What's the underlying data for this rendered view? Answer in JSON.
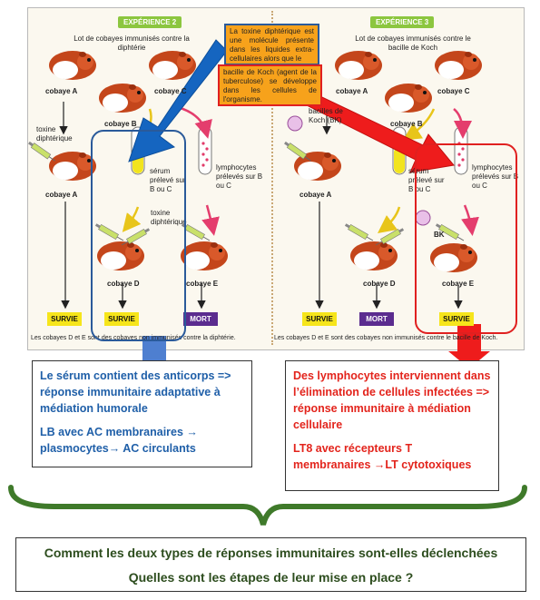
{
  "figure": {
    "left_panel": {
      "badge": "EXPÉRIENCE 2",
      "group_label": "Lot de cobayes immunisés contre la diphtérie",
      "cobaye_a": "cobaye A",
      "cobaye_b": "cobaye B",
      "cobaye_c": "cobaye C",
      "cobaye_a2": "cobaye A",
      "cobaye_d": "cobaye D",
      "cobaye_e": "cobaye E",
      "toxin_label": "toxine diphtérique",
      "toxin_label2": "toxine diphtérique",
      "serum_label": "sérum prélevé sur B ou C",
      "lympho_label": "lymphocytes prélevés sur B ou C",
      "outcome_a": "SURVIE",
      "outcome_d": "SURVIE",
      "outcome_e": "MORT",
      "caption": "Les cobayes D et E sont des cobayes non immunisés contre la diphtérie."
    },
    "right_panel": {
      "badge": "EXPÉRIENCE 3",
      "group_label": "Lot de cobayes immunisés contre le bacille de Koch",
      "cobaye_a": "cobaye A",
      "cobaye_b": "cobaye B",
      "cobaye_c": "cobaye C",
      "cobaye_a2": "cobaye A",
      "cobaye_d": "cobaye D",
      "cobaye_e": "cobaye E",
      "bk_label": "bacilles de Koch (BK)",
      "bk_short": "BK",
      "serum_label": "sérum prélevé sur B ou C",
      "lympho_label": "lymphocytes prélevés sur B ou C",
      "outcome_a": "SURVIE",
      "outcome_d": "MORT",
      "outcome_e": "SURVIE",
      "caption": "Les cobayes D et E sont des cobayes non immunisés contre le bacille de Koch."
    },
    "toxin_note": "La toxine diphtérique est une molécule présente dans les liquides extra-cellulaires alors que le",
    "bk_note": "bacille de Koch (agent de la tuberculose) se développe dans les cellules de l'organisme."
  },
  "notes": {
    "left": {
      "line1": "Le sérum contient des anticorps => réponse immunitaire adaptative à médiation humorale",
      "line2": "LB avec AC membranaires → plasmocytes→ AC circulants"
    },
    "right": {
      "line1": "Des lymphocytes interviennent dans l’élimination de cellules infectées => réponse immunitaire à médiation cellulaire",
      "line2": "LT8 avec récepteurs T membranaires →LT cytotoxiques"
    }
  },
  "question": {
    "line1": "Comment les deux types de réponses immunitaires sont-elles déclenchées",
    "line2": "Quelles sont les étapes de leur mise en place ?"
  },
  "colors": {
    "blue_accent": "#2a5a9a",
    "blue_arrow": "#1565c0",
    "red_accent": "#e02020",
    "note_blue_text": "#1f5fa8",
    "note_red_text": "#e3241c",
    "brace_green": "#3f7a2a",
    "question_text": "#2d4d1e",
    "survie_yellow": "#f6e51b",
    "mort_purple": "#5b2c8f",
    "badge_green": "#8cc63f",
    "box_orange": "#f7a21b"
  }
}
